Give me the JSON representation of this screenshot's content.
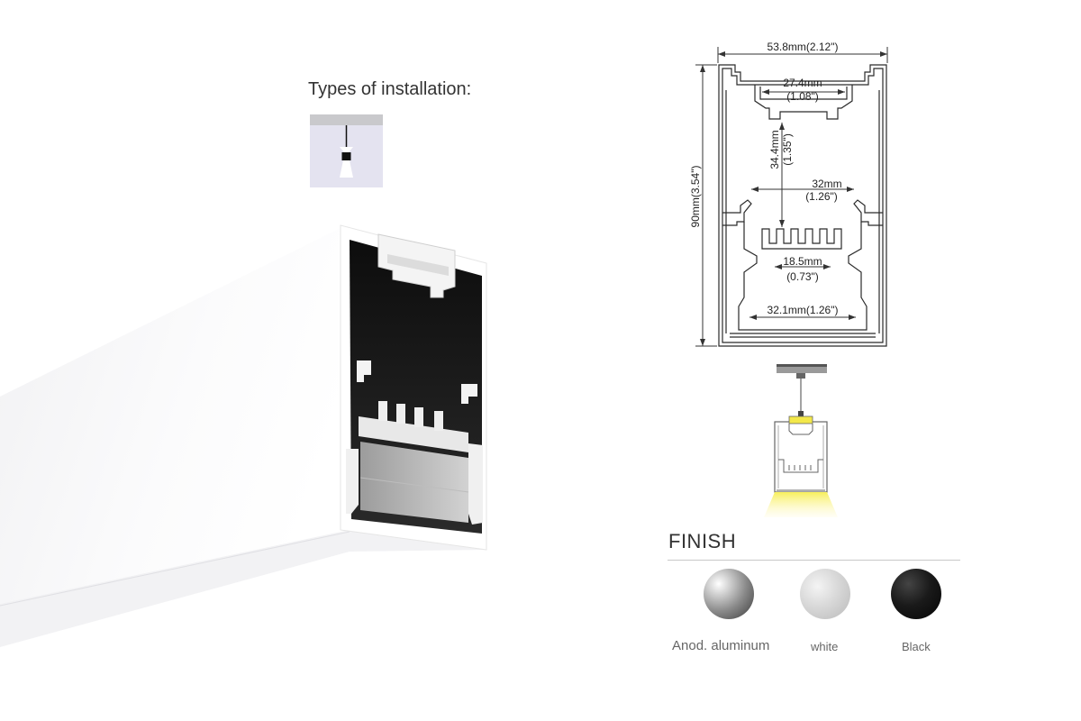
{
  "installation": {
    "title": "Types of installation:",
    "icon": "pendant-installation-icon"
  },
  "dimensions": {
    "overall_width": "53.8mm(2.12\")",
    "overall_height": "90mm(3.54\")",
    "top_channel_mm": "27.4mm",
    "top_channel_in": "(1.08\")",
    "depth_mm": "34.4mm",
    "depth_in": "(1.35\")",
    "inner_width_mm": "32mm",
    "inner_width_in": "(1.26\")",
    "led_width_mm": "18.5mm",
    "led_width_in": "(0.73\")",
    "bottom_width": "32.1mm(1.26\")"
  },
  "finish": {
    "title": "FINISH",
    "options": [
      {
        "label": "Anod. aluminum",
        "color": "#9a9a9a"
      },
      {
        "label": "white",
        "color": "#d6d6d6"
      },
      {
        "label": "Black",
        "color": "#111111"
      }
    ]
  },
  "colors": {
    "light_beam": "#f3e84a",
    "profile_body": "#ffffff",
    "profile_interior": "#1b1b1b"
  }
}
